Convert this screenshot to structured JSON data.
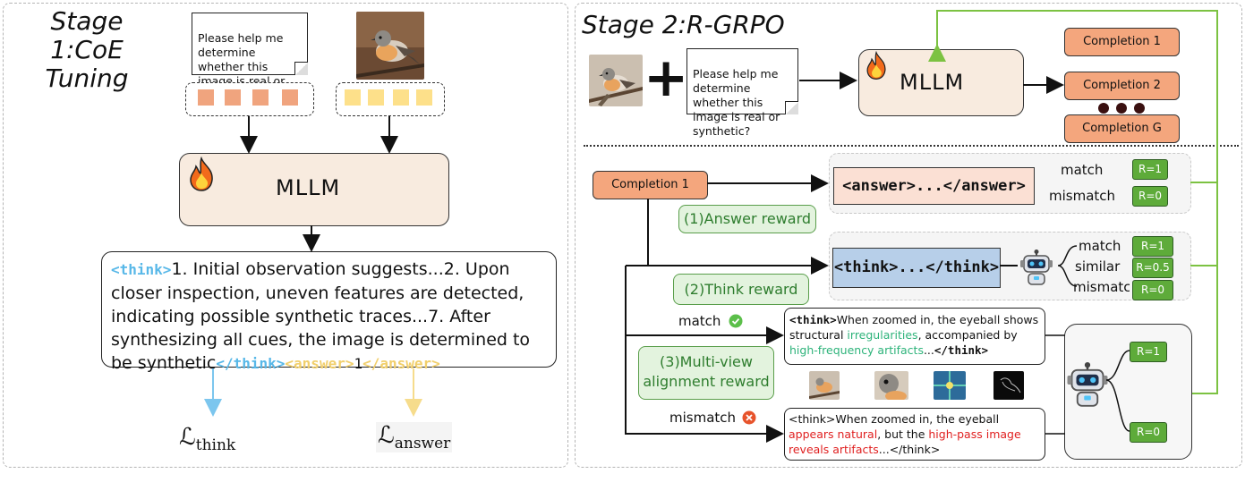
{
  "stage1": {
    "title": "Stage 1:CoE Tuning",
    "prompt": "Please help me determine whether this image is real or synthetic?",
    "model_label": "MLLM",
    "output": {
      "think_open": "<think>",
      "think_body": "1. Initial observation suggests...2. Upon closer inspection, uneven features are detected, indicating possible synthetic traces...7. After synthesizing all cues, the image is determined to be synthetic",
      "think_close": "</think>",
      "answer_open": "<answer>",
      "answer_value": "1",
      "answer_close": "</answer>"
    },
    "loss_think_main": "ℒ",
    "loss_think_sub": "think",
    "loss_answer_main": "ℒ",
    "loss_answer_sub": "answer",
    "colors": {
      "text_tokens": "#f0a47e",
      "image_tokens": "#fde08a",
      "think_arrow": "#7cc6ee",
      "answer_arrow": "#f6dc8c"
    }
  },
  "stage2": {
    "title": "Stage 2:R-GRPO",
    "prompt": "Please help me determine whether this image is real or synthetic?",
    "plus": "+",
    "model_label": "MLLM",
    "completions": [
      "Completion 1",
      "Completion 2",
      "Completion G"
    ],
    "completion_1": "Completion 1",
    "answer_reward": {
      "label": "(1)Answer reward",
      "tag": "<answer>...</answer>",
      "match": "match",
      "mismatch": "mismatch",
      "r_match": "R=1",
      "r_mismatch": "R=0"
    },
    "think_reward": {
      "label": "(2)Think reward",
      "tag": "<think>...</think>",
      "match": "match",
      "similar": "similar",
      "mismatch": "mismatch",
      "r_match": "R=1",
      "r_similar": "R=0.5",
      "r_mismatch": "R=0"
    },
    "multiview_reward": {
      "label_line1": "(3)Multi-view",
      "label_line2": "alignment reward",
      "match": "match",
      "mismatch": "mismatch",
      "match_text": {
        "tag_open": "<think>",
        "t1": "When zoomed in, the eyeball shows structural ",
        "g1": "irregularities",
        "t2": ", accompanied by ",
        "g2": "high-frequency artifacts",
        "t3": "...",
        "tag_close": "</think>"
      },
      "mismatch_text": {
        "tag_open": "<think>",
        "t1": "When zoomed in, the eyeball ",
        "r1": "appears natural",
        "t2": ", but the ",
        "r2": "high-pass image reveals artifacts",
        "t3": "...",
        "tag_close": "</think>"
      },
      "r_match": "R=1",
      "r_mismatch": "R=0"
    },
    "colors": {
      "completion": "#f4a67d",
      "reward_box": "#5eab3a",
      "loop_arrow": "#7cc242",
      "answer_tag_bg": "#fbe0d4",
      "think_tag_bg": "#b7cfe9"
    }
  }
}
